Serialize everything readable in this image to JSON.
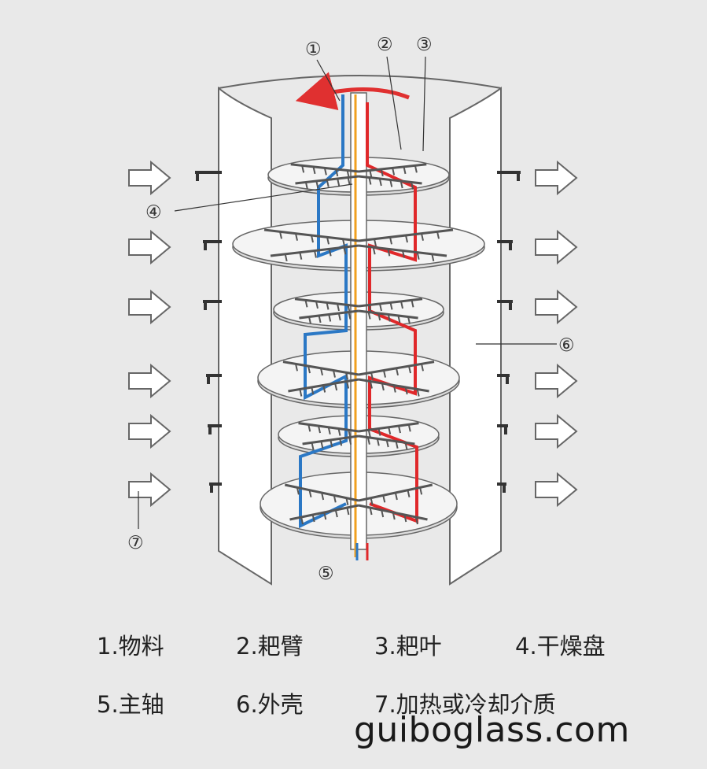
{
  "callouts": [
    "①",
    "②",
    "③",
    "④",
    "⑤",
    "⑥",
    "⑦"
  ],
  "legend": [
    "1.物料",
    "2.耙臂",
    "3.耙叶",
    "4.干燥盘",
    "5.主轴",
    "6.外壳",
    "7.加热或冷却介质"
  ],
  "watermark": "guiboglass.com",
  "colors": {
    "background": "#e9e9e9",
    "shell": "#ffffff",
    "outline": "#555555",
    "hot_pipe": "#e0282a",
    "cold_pipe": "#2b78c5",
    "shaft_core": "#f0a020",
    "rotation_arrow": "#e03030",
    "flow_arrow": "#ffffff"
  },
  "icons": {
    "rotation": "curved-arrow-counterclockwise",
    "flow": "hollow-right-arrow"
  }
}
